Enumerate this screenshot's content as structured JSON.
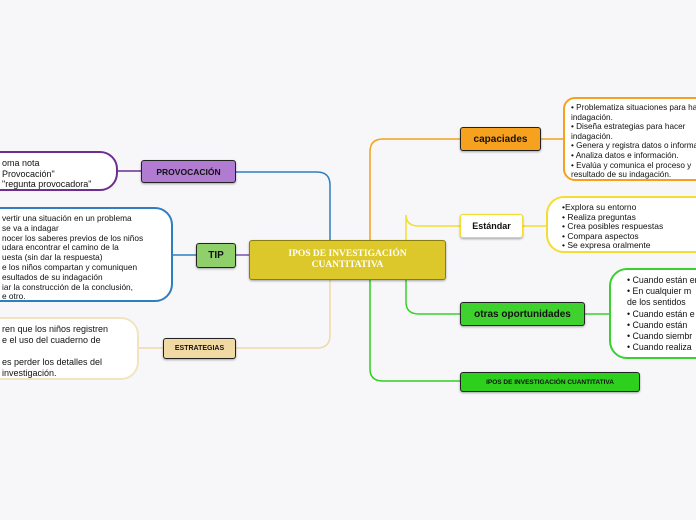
{
  "central": {
    "line1": "IPOS DE INVESTIGACIÓN",
    "line2": "CUANTITATIVA"
  },
  "left": {
    "provocacion": {
      "label": "PROVOCACIÓN",
      "note": [
        "oma nota",
        "Provocación\"",
        "\"regunta provocadora\""
      ]
    },
    "tip": {
      "label": "TIP",
      "note": [
        "vertir una situación en un problema",
        "se va a indagar",
        "nocer los saberes previos de los niños",
        "udara encontrar el camino de la",
        "uesta (sin dar la respuesta)",
        "e los niños compartan y comuniquen",
        "esultados de su indagación",
        "iar la construcción de la conclusión,",
        "e otro."
      ]
    },
    "estrategias": {
      "label": "ESTRATEGIAS",
      "note": [
        "ren que los niños registren",
        "e el uso del cuaderno de",
        "",
        "es perder los detalles del",
        " investigación."
      ]
    }
  },
  "right": {
    "capacidades": {
      "label": "capaciades",
      "note": [
        "• Problematiza situaciones para hacer",
        "indagación.",
        "• Diseña estrategias para hacer",
        "indagación.",
        "• Genera y registra datos o información.",
        "• Analiza datos e información.",
        "• Evalúa y comunica el proceso y",
        "resultado de su indagación."
      ]
    },
    "estandar": {
      "label": "Estándar",
      "note": [
        "•Explora su entorno",
        "• Realiza preguntas",
        "• Crea posibles respuestas",
        "• Compara aspectos",
        "• Se expresa oralmente"
      ]
    },
    "oportunidades": {
      "label": "otras oportunidades",
      "note": [
        "• Cuando están en",
        "• En cualquier m",
        "de los sentidos",
        "• Cuando están e",
        "• Cuando están",
        "• Cuando siembr",
        "• Cuando realiza"
      ]
    },
    "tipos": {
      "label": "IPOS DE INVESTIGACIÓN CUANTITATIVA"
    }
  },
  "colors": {
    "provocacion": "#6a2f8f",
    "provocacion_fill": "#b07bd0",
    "tip": "#2f7ec2",
    "tip_fill": "#8fd06a",
    "estrategias": "#efd9a6",
    "estrategias_fill": "#f1d9a3",
    "capacidades": "#f4a11d",
    "capacidades_fill": "#f6a21e",
    "estandar": "#f2dd33",
    "oportunidades": "#39d12e",
    "oportunidades_fill": "#3fd22e",
    "tipos": "#2ed01e"
  }
}
